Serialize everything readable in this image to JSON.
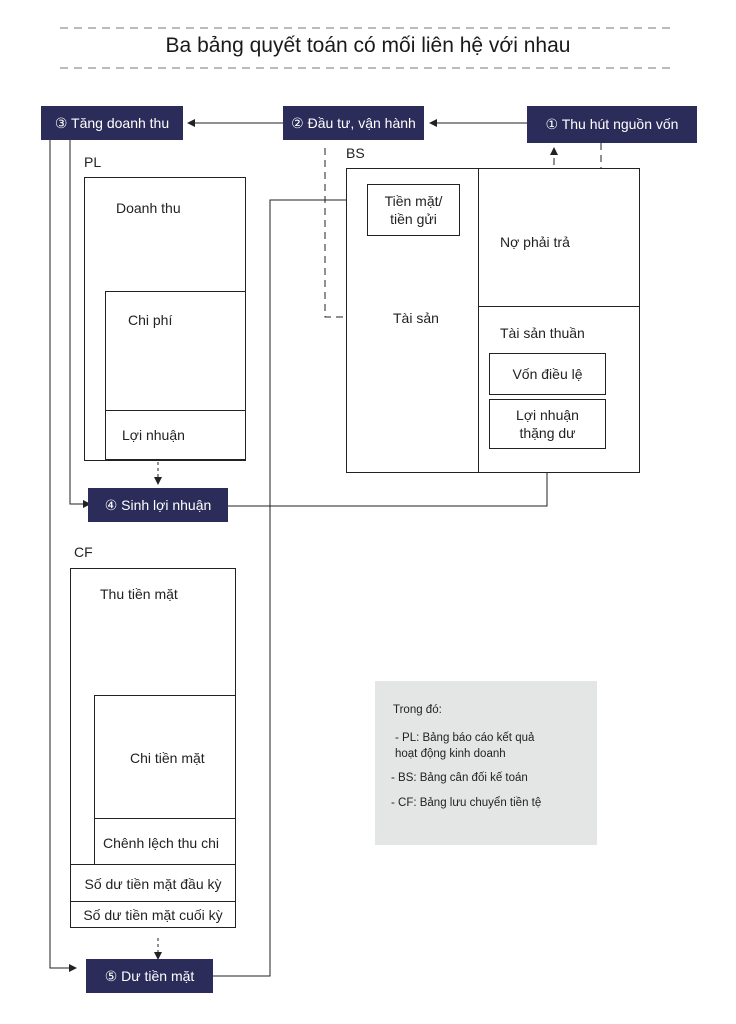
{
  "title": "Ba bảng quyết toán có mối liên hệ với nhau",
  "steps": {
    "s1": "① Thu hút nguồn vốn",
    "s2": "② Đầu tư, vận hành",
    "s3": "③ Tăng doanh thu",
    "s4": "④ Sinh lợi nhuận",
    "s5": "⑤ Dư tiền mặt"
  },
  "pl": {
    "label": "PL",
    "revenue": "Doanh thu",
    "expenses": "Chi phí",
    "profit": "Lợi nhuận"
  },
  "bs": {
    "label": "BS",
    "cash_line1": "Tiền mặt/",
    "cash_line2": "tiền gửi",
    "assets": "Tài sản",
    "liabilities": "Nợ phải trả",
    "net_assets": "Tài sản thuần",
    "charter_capital": "Vốn điều lệ",
    "retained_line1": "Lợi nhuận",
    "retained_line2": "thặng dư"
  },
  "cf": {
    "label": "CF",
    "cash_in": "Thu tiền mặt",
    "cash_out": "Chi tiền mặt",
    "net_flow": "Chênh lệch thu chi",
    "opening_balance": "Số dư tiền mặt đầu kỳ",
    "closing_balance": "Số dư tiền mặt cuối kỳ"
  },
  "legend": {
    "heading": "Trong đó:",
    "pl_line1": "- PL: Bảng báo cáo kết quả",
    "pl_line2": "hoạt động kinh doanh",
    "bs": "- BS: Bảng cân đối kế toán",
    "cf": "- CF: Bảng lưu chuyển tiền tệ"
  },
  "colors": {
    "step_fill": "#2b2c5a",
    "legend_fill": "#e4e6e5",
    "line": "#222222"
  }
}
